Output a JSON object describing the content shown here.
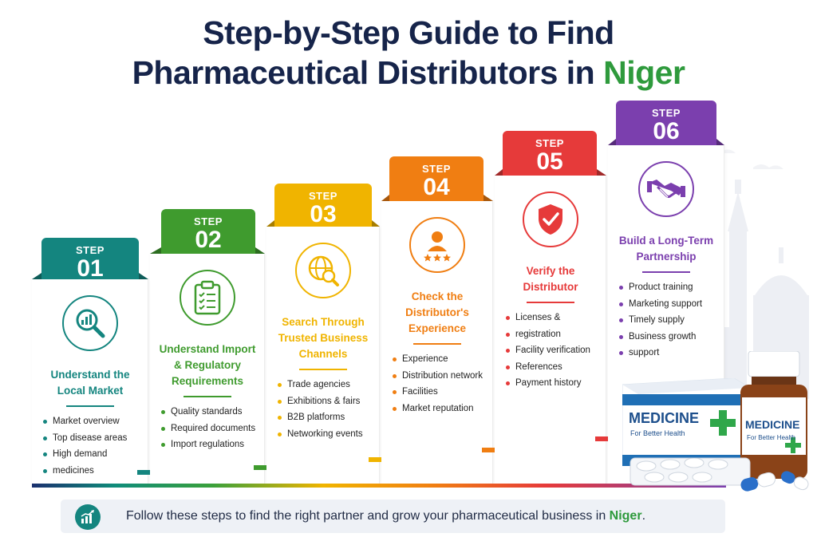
{
  "header": {
    "title_line1": "Step-by-Step Guide to Find",
    "title_line2_main": "Pharmaceutical Distributors in ",
    "title_line2_highlight": "Niger"
  },
  "colors": {
    "navy": "#16244a",
    "green": "#2e9a3c",
    "teal": "#14857f"
  },
  "steps": [
    {
      "label": "STEP",
      "number": "01",
      "color": "#14857f",
      "icon": "magnifier-chart-icon",
      "title_lines": [
        "Understand the",
        "Local Market"
      ],
      "bullets": [
        "Market overview",
        "Top disease areas",
        "High demand",
        "medicines"
      ]
    },
    {
      "label": "STEP",
      "number": "02",
      "color": "#3f9b2e",
      "icon": "clipboard-checklist-icon",
      "title_lines": [
        "Understand Import",
        "& Regulatory",
        "Requirements"
      ],
      "bullets": [
        "Quality standards",
        "Required documents",
        "Import regulations"
      ]
    },
    {
      "label": "STEP",
      "number": "03",
      "color": "#f0b400",
      "icon": "globe-search-icon",
      "title_lines": [
        "Search Through",
        "Trusted Business",
        "Channels"
      ],
      "bullets": [
        "Trade agencies",
        "Exhibitions & fairs",
        "B2B platforms",
        "Networking events"
      ]
    },
    {
      "label": "STEP",
      "number": "04",
      "color": "#f07e12",
      "icon": "person-stars-icon",
      "title_lines": [
        "Check the",
        "Distributor's",
        "Experience"
      ],
      "bullets": [
        "Experience",
        "Distribution network",
        "Facilities",
        "Market reputation"
      ]
    },
    {
      "label": "STEP",
      "number": "05",
      "color": "#e63a3a",
      "icon": "shield-check-icon",
      "title_lines": [
        "Verify the",
        "Distributor"
      ],
      "bullets": [
        "Licenses &",
        "registration",
        "Facility verification",
        "References",
        "Payment history"
      ]
    },
    {
      "label": "STEP",
      "number": "06",
      "color": "#7b3fae",
      "icon": "handshake-icon",
      "title_lines": [
        "Build a Long-Term",
        "Partnership"
      ],
      "bullets": [
        "Product training",
        "Marketing support",
        "Timely supply",
        "Business growth",
        "support"
      ]
    }
  ],
  "product": {
    "box_title": "MEDICINE",
    "box_subtitle": "For Better Health",
    "bottle_title": "MEDICINE",
    "bottle_subtitle": "For Better Health"
  },
  "footer": {
    "text_main": "Follow these steps to find the right partner and grow your pharmaceutical business in ",
    "text_highlight": "Niger",
    "text_end": ".",
    "icon": "growth-chart-icon"
  }
}
